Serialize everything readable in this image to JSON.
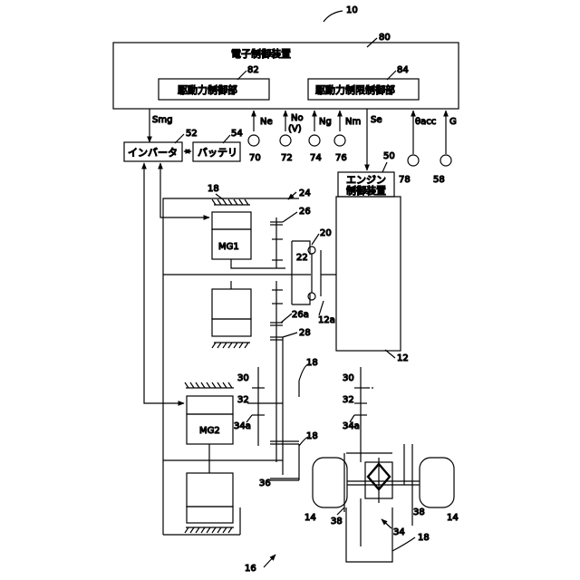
{
  "ref_numbers": {
    "system": "10",
    "ecu": "80",
    "drive_ctrl": "82",
    "drive_limit_ctrl": "84",
    "inverter": "52",
    "battery": "54",
    "engine_ctrl": "50",
    "sensor_ne": "70",
    "sensor_no": "72",
    "sensor_ng": "74",
    "sensor_nm": "76",
    "sensor_acc": "78",
    "sensor_g": "58",
    "case_top": "18",
    "gear_unit": "24",
    "gear_26": "26",
    "planetary": "20",
    "shaft_22": "22",
    "ring_12a": "12a",
    "gear_26a": "26a",
    "gear_28": "28",
    "engine": "12",
    "case_mid": "18",
    "gear_30_left": "30",
    "gear_32_left": "32",
    "gear_34a_left": "34a",
    "gear_30_right": "30",
    "gear_32_right": "32",
    "gear_34a_right": "34a",
    "case_low": "18",
    "shaft_36": "36",
    "wheel_left": "14",
    "wheel_right": "14",
    "axle_left": "38",
    "axle_right": "38",
    "differential": "34",
    "case_bottom": "18",
    "powertrain": "16"
  },
  "labels": {
    "ecu_title": "電子制御装置",
    "drive_ctrl": "駆動力制御部",
    "drive_limit_ctrl": "駆動力制限制御部",
    "inverter": "インバータ",
    "battery": "バッテリ",
    "engine_ctrl_line1": "エンジン",
    "engine_ctrl_line2": "制御装置",
    "mg1": "MG1",
    "mg2": "MG2"
  },
  "signals": {
    "smg": "Smg",
    "ne": "Ne",
    "no": "No",
    "no_sub": "(V)",
    "ng": "Ng",
    "nm": "Nm",
    "se": "Se",
    "acc": "θacc",
    "g": "G"
  }
}
